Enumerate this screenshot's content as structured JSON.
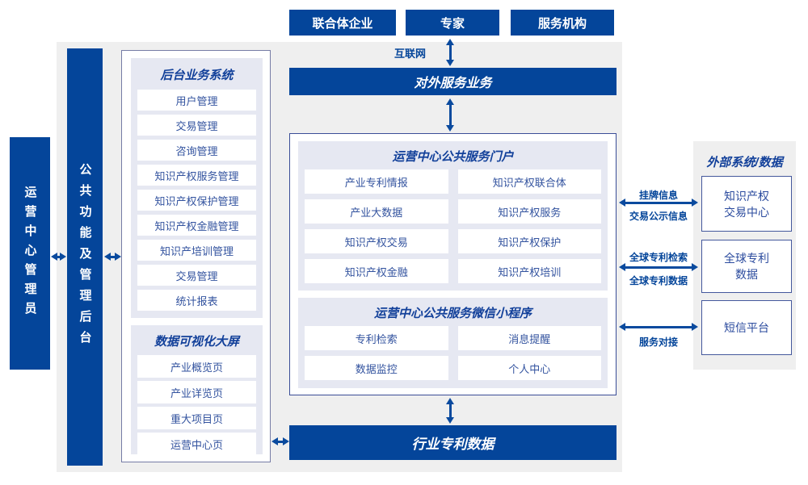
{
  "colors": {
    "primary_blue": "#04459a",
    "panel_gray": "#efefef",
    "lavender_panel": "#e6e8f2",
    "item_text_blue": "#33539f",
    "header_text_blue": "#12409a"
  },
  "actors": {
    "consortium": "联合体企业",
    "experts": "专家",
    "service_agencies": "服务机构"
  },
  "labels": {
    "internet": "互联网"
  },
  "bars": {
    "external_service": "对外服务业务",
    "industry_patent": "行业专利数据"
  },
  "left": {
    "admin": "运营中心管理员",
    "backend": "公共功能及管理后台"
  },
  "backend_system": {
    "title": "后台业务系统",
    "items": [
      "用户管理",
      "交易管理",
      "咨询管理",
      "知识产权服务管理",
      "知识产权保护管理",
      "知识产权金融管理",
      "知识产培训管理",
      "交易管理",
      "统计报表"
    ]
  },
  "dashboard": {
    "title": "数据可视化大屏",
    "items": [
      "产业概览页",
      "产业详览页",
      "重大项目页",
      "运营中心页"
    ]
  },
  "portal": {
    "title": "运营中心公共服务门户",
    "items": [
      "产业专利情报",
      "知识产权联合体",
      "产业大数据",
      "知识产权服务",
      "知识产权交易",
      "知识产权保护",
      "知识产权金融",
      "知识产权培训"
    ]
  },
  "miniprogram": {
    "title": "运营中心公共服务微信小程序",
    "items": [
      "专利检索",
      "消息提醒",
      "数据监控",
      "个人中心"
    ]
  },
  "external": {
    "title": "外部系统/数据",
    "boxes": [
      {
        "line1": "知识产权",
        "line2": "交易中心"
      },
      {
        "line1": "全球专利",
        "line2": "数据"
      },
      {
        "line1": "短信平台",
        "line2": ""
      }
    ]
  },
  "links": {
    "l1_top": "挂牌信息",
    "l1_bottom": "交易公示信息",
    "l2_top": "全球专利检索",
    "l2_bottom": "全球专利数据",
    "l3_bottom": "服务对接"
  }
}
